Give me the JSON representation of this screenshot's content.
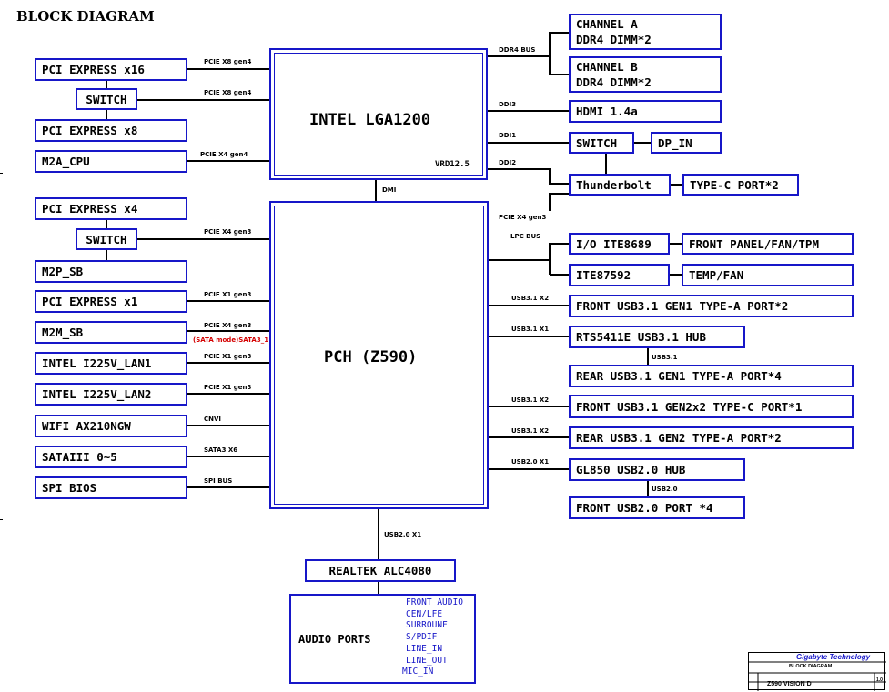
{
  "page_title": "BLOCK DIAGRAM",
  "cpu": {
    "label": "INTEL LGA1200",
    "vrd": "VRD12.5"
  },
  "pch": {
    "label": "PCH (Z590)"
  },
  "dmi_label": "DMI",
  "left_boxes": {
    "pcie_x16": "PCI EXPRESS x16",
    "switch1": "SWITCH",
    "pcie_x8": "PCI EXPRESS x8",
    "m2a_cpu": "M2A_CPU",
    "pcie_x4": "PCI EXPRESS x4",
    "switch2": "SWITCH",
    "m2p_sb": "M2P_SB",
    "pcie_x1": "PCI EXPRESS x1",
    "m2m_sb": "M2M_SB",
    "lan1": "INTEL I225V_LAN1",
    "lan2": "INTEL I225V_LAN2",
    "wifi": "WIFI AX210NGW",
    "sata": "SATAIII 0~5",
    "spi_bios": "SPI BIOS"
  },
  "left_bus": {
    "b1": "PCIE X8 gen4",
    "b2": "PCIE X8 gen4",
    "b3": "PCIE X4 gen4",
    "b4": "PCIE X4 gen3",
    "b5": "PCIE X1 gen3",
    "b6": "PCIE X4 gen3",
    "b6_note": "(SATA mode)SATA3_1",
    "b7": "PCIE X1 gen3",
    "b8": "PCIE X1 gen3",
    "b9": "CNVI",
    "b10": "SATA3 X6",
    "b11": "SPI BUS"
  },
  "right_boxes": {
    "channel_a_1": "CHANNEL A",
    "channel_a_2": "DDR4 DIMM*2",
    "channel_b_1": "CHANNEL B",
    "channel_b_2": "DDR4 DIMM*2",
    "hdmi": "HDMI 1.4a",
    "switch": "SWITCH",
    "dp_in": "DP_IN",
    "thunderbolt": "Thunderbolt",
    "type_c": "TYPE-C PORT*2",
    "io_ite": "I/O ITE8689",
    "front_panel": "FRONT PANEL/FAN/TPM",
    "ite87592": "ITE87592",
    "temp_fan": "TEMP/FAN",
    "front_usb31_gen1": "FRONT USB3.1 GEN1 TYPE-A PORT*2",
    "rts_hub": "RTS5411E USB3.1 HUB",
    "rear_usb31_gen1": "REAR USB3.1 GEN1 TYPE-A PORT*4",
    "front_usb31_gen2x2": "FRONT USB3.1 GEN2x2 TYPE-C PORT*1",
    "rear_usb31_gen2": "REAR USB3.1 GEN2 TYPE-A PORT*2",
    "gl850": "GL850 USB2.0 HUB",
    "front_usb20": "FRONT USB2.0 PORT *4"
  },
  "right_bus": {
    "ddr4": "DDR4 BUS",
    "ddi3": "DDI3",
    "ddi1": "DDI1",
    "ddi2": "DDI2",
    "pcie_x4_gen3": "PCIE X4 gen3",
    "lpc": "LPC BUS",
    "usb31_x2_a": "USB3.1 X2",
    "usb31_x1": "USB3.1 X1",
    "usb31_sub": "USB3.1",
    "usb31_x2_b": "USB3.1 X2",
    "usb31_x2_c": "USB3.1 X2",
    "usb20_x1": "USB2.0 X1",
    "usb20_sub": "USB2.0"
  },
  "audio": {
    "bus": "USB2.0 X1",
    "codec": "REALTEK ALC4080",
    "ports_label": "AUDIO PORTS",
    "ports": [
      "FRONT AUDIO",
      "CEN/LFE",
      "SURROUNF",
      "S/PDIF",
      "LINE_IN",
      "LINE_OUT",
      "MIC_IN"
    ]
  },
  "title_block": {
    "company": "Gigabyte Technology",
    "sheet_title": "BLOCK DIAGRAM",
    "model": "Z590 VISION D",
    "rev": "1.0"
  },
  "colors": {
    "box_border": "#1717c8",
    "note_red": "#d40000",
    "company_blue": "#1717c8"
  }
}
